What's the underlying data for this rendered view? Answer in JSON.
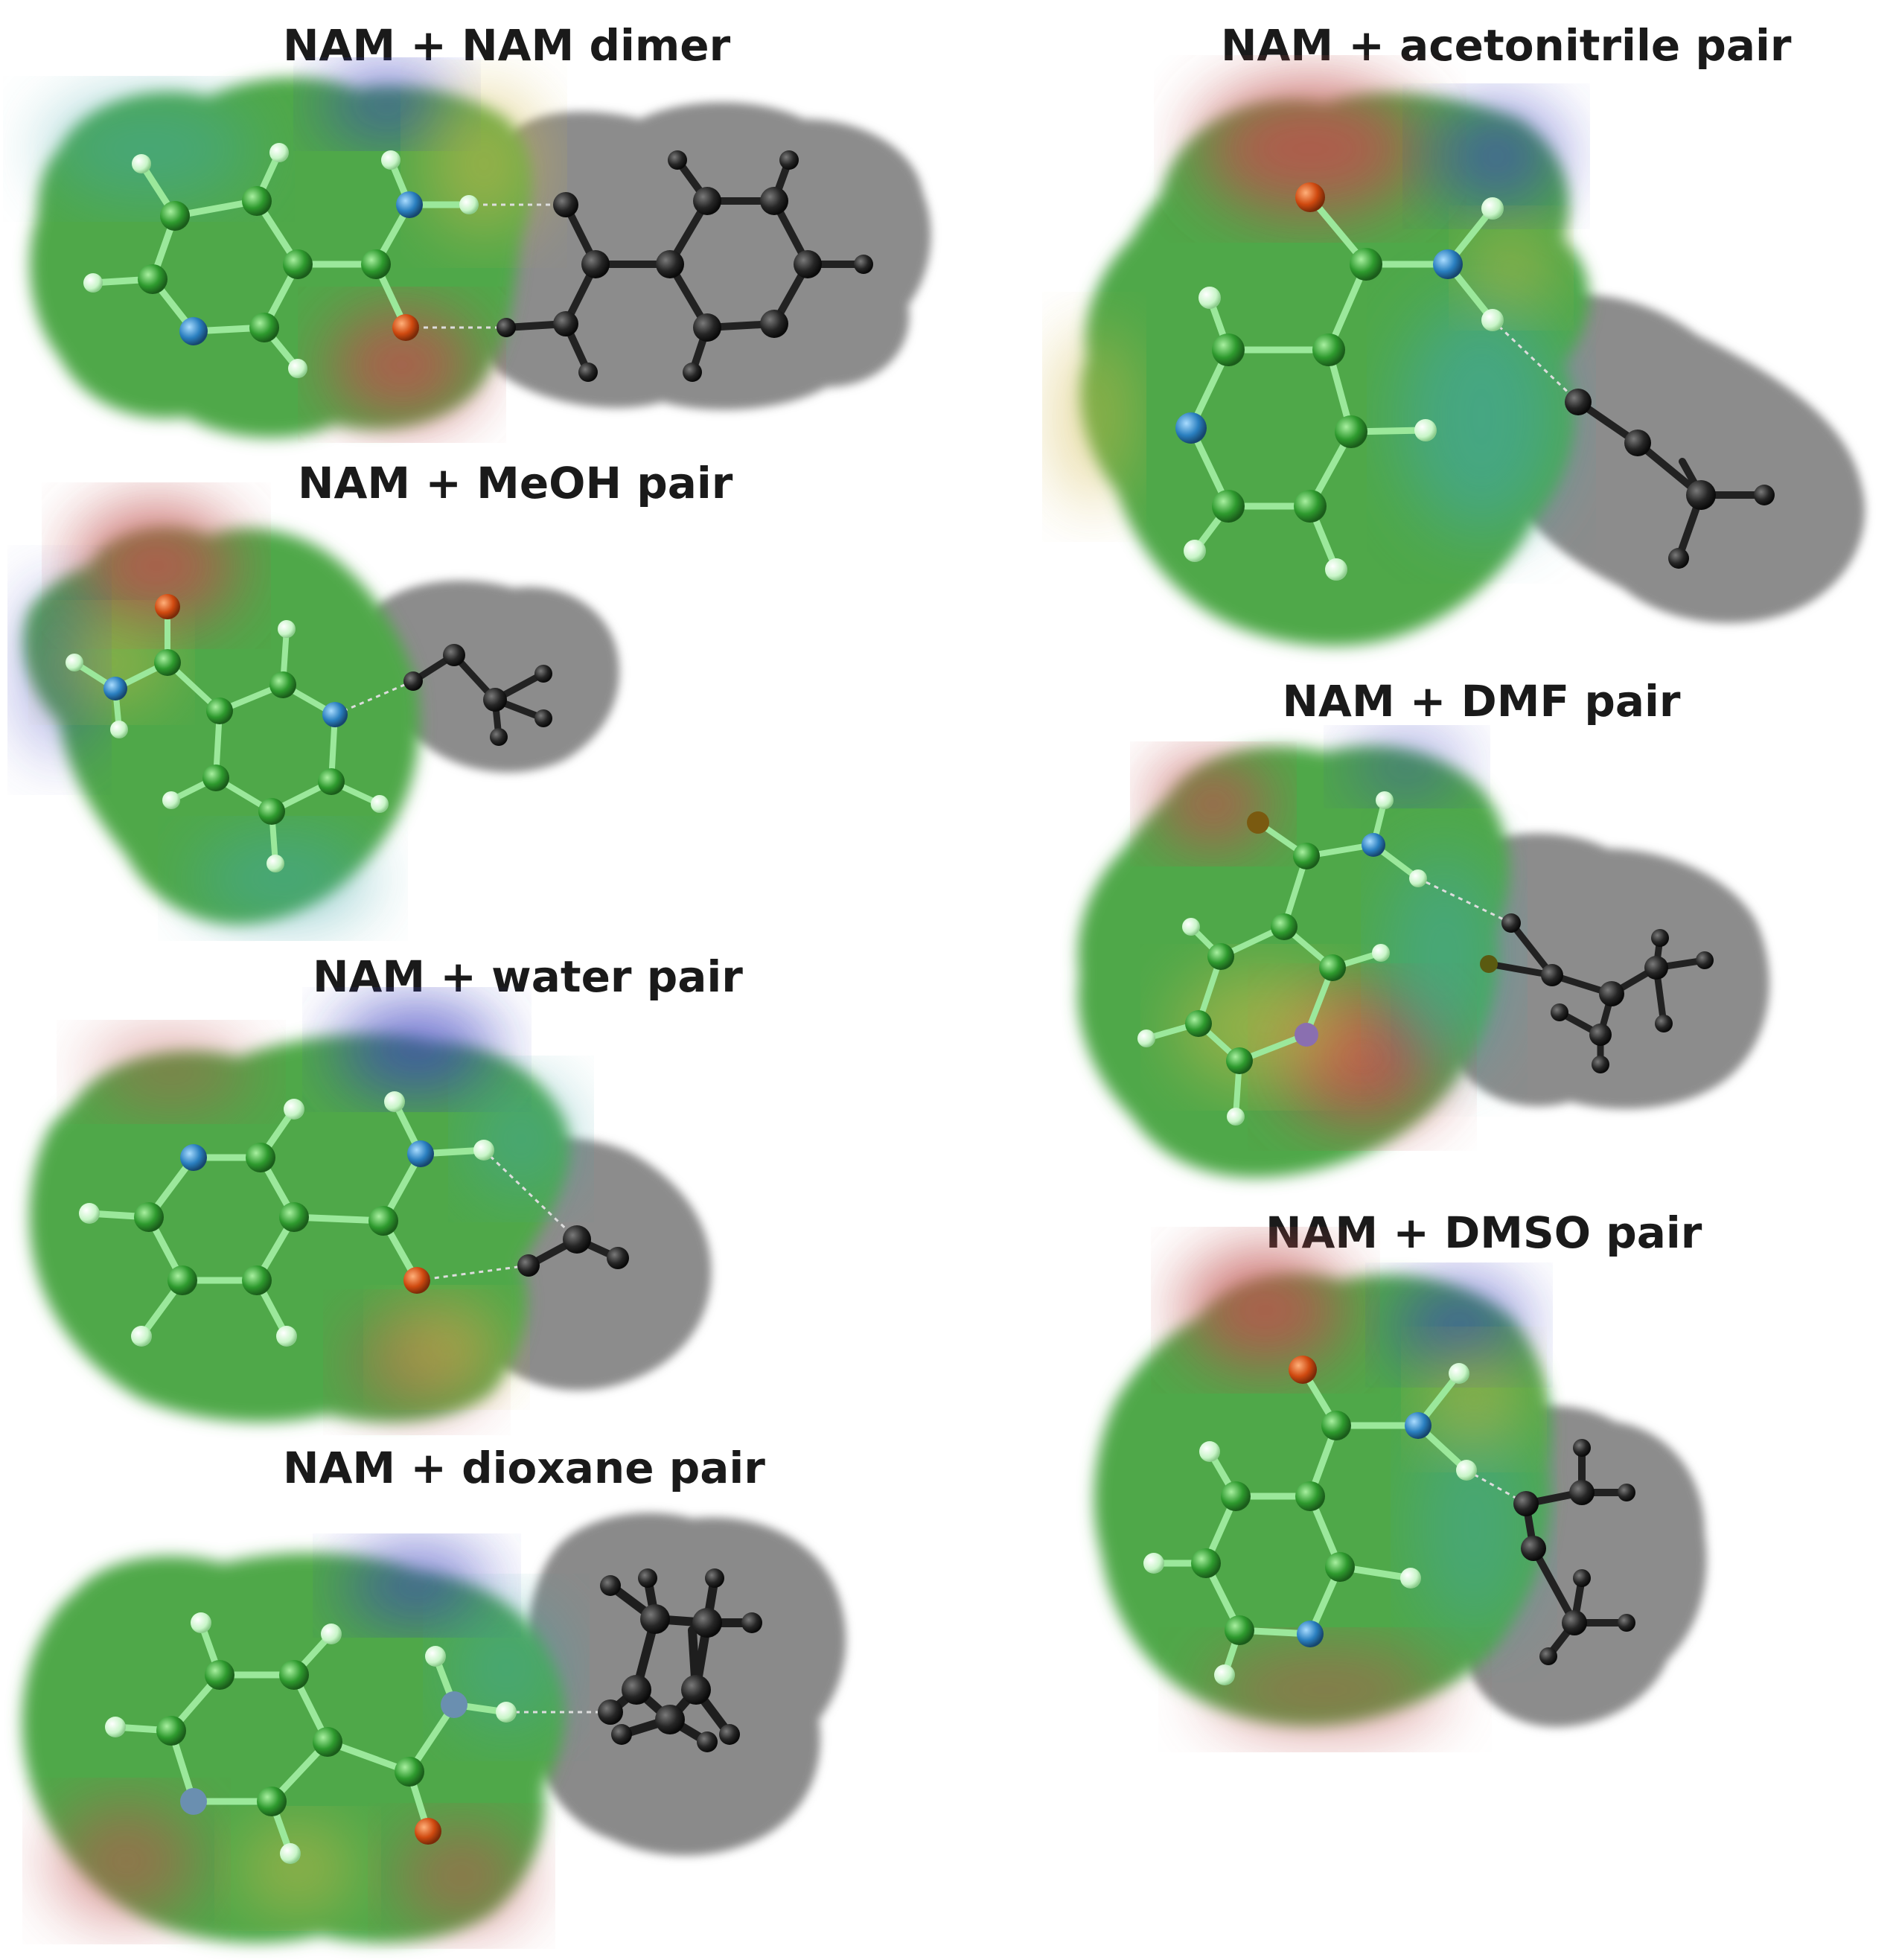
{
  "panels": [
    {
      "id": "nam-nam",
      "title": "NAM + NAM dimer"
    },
    {
      "id": "nam-acetonitrile",
      "title": "NAM + acetonitrile pair"
    },
    {
      "id": "nam-meoh",
      "title": "NAM + MeOH pair"
    },
    {
      "id": "nam-dmf",
      "title": "NAM + DMF pair"
    },
    {
      "id": "nam-water",
      "title": "NAM + water pair"
    },
    {
      "id": "nam-dmso",
      "title": "NAM + DMSO pair"
    },
    {
      "id": "nam-dioxane",
      "title": "NAM + dioxane pair"
    }
  ],
  "colors": {
    "surface_green": "#4fa84a",
    "surface_red": "#c0504d",
    "surface_blue": "#3a3fc0",
    "surface_yellow": "#d2b84a",
    "surface_cyan": "#3fa6a8",
    "partner_surface": "#8a8a8a",
    "carbon_atom": "#2e9a2e",
    "hydrogen_atom": "#c8f5c8",
    "nitrogen_atom": "#2a7fc0",
    "oxygen_atom": "#d04a10",
    "partner_atom": "#1e1e1e"
  }
}
